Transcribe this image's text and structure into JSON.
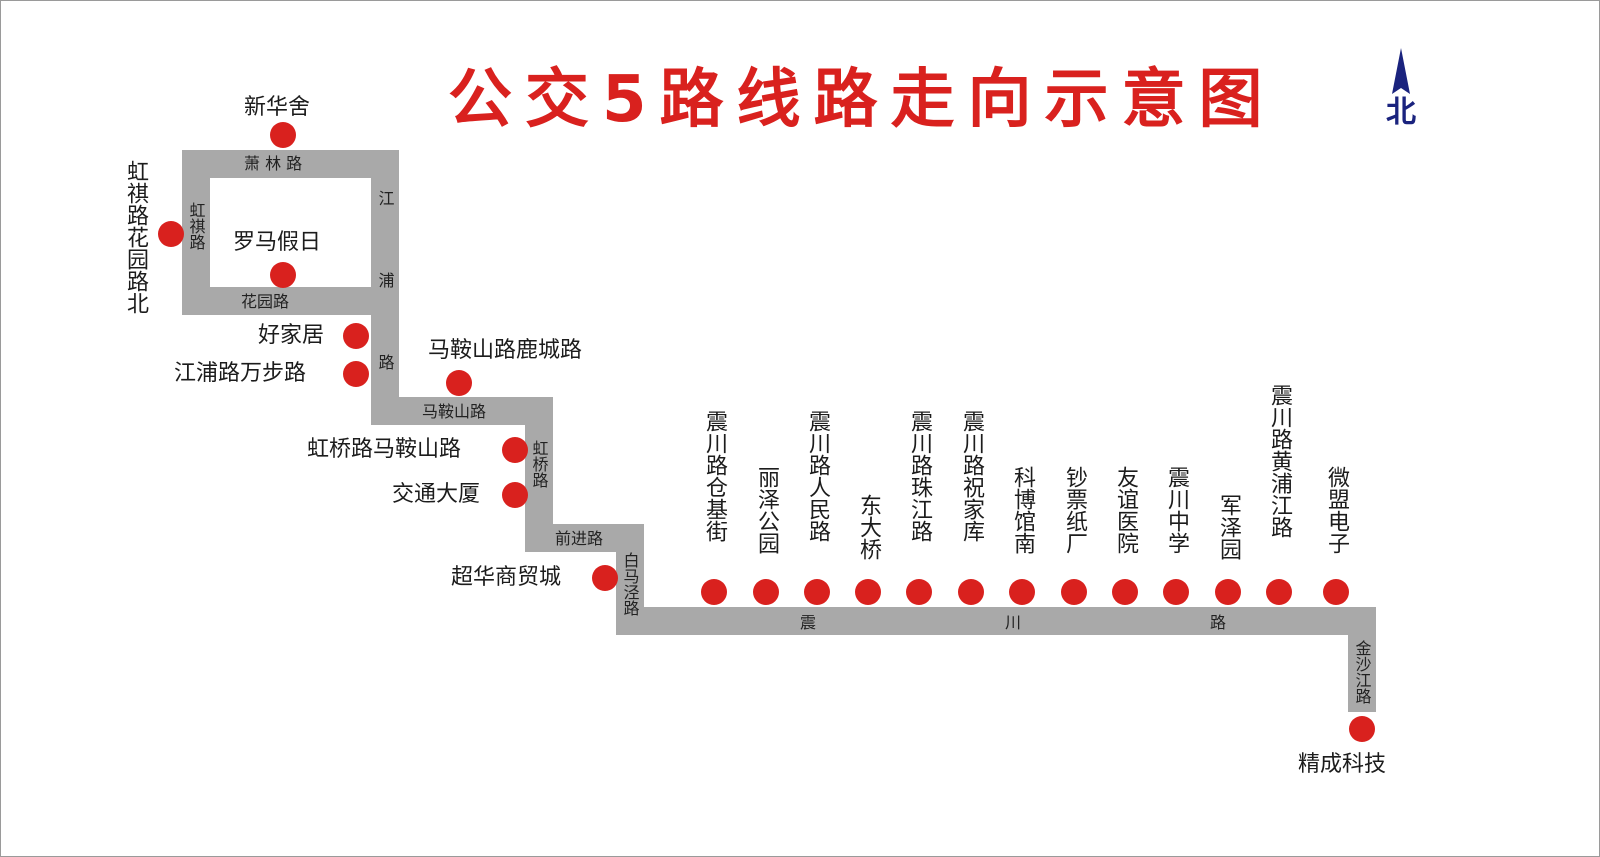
{
  "map": {
    "title": "公交5路线路走向示意图",
    "north_label": "北",
    "colors": {
      "route": "#a9a9a9",
      "stop": "#d9211e",
      "title": "#d9211e",
      "north": "#1a237e"
    },
    "stops": [
      {
        "name": "新华舍"
      },
      {
        "name": "虹祺路花园路北"
      },
      {
        "name": "罗马假日"
      },
      {
        "name": "好家居"
      },
      {
        "name": "江浦路万步路"
      },
      {
        "name": "马鞍山路鹿城路"
      },
      {
        "name": "虹桥路马鞍山路"
      },
      {
        "name": "交通大厦"
      },
      {
        "name": "超华商贸城"
      },
      {
        "name": "震川路仓基街"
      },
      {
        "name": "丽泽公园"
      },
      {
        "name": "震川路人民路"
      },
      {
        "name": "东大桥"
      },
      {
        "name": "震川路珠江路"
      },
      {
        "name": "震川路祝家库"
      },
      {
        "name": "科博馆南"
      },
      {
        "name": "钞票纸厂"
      },
      {
        "name": "友谊医院"
      },
      {
        "name": "震川中学"
      },
      {
        "name": "军泽园"
      },
      {
        "name": "震川路黄浦江路"
      },
      {
        "name": "微盟电子"
      },
      {
        "name": "精成科技"
      }
    ],
    "roads": {
      "xiaolin": "萧  林  路",
      "hongqi": "虹祺路",
      "huayuan": "花园路",
      "jiangpu_1": "江",
      "jiangpu_2": "浦",
      "jiangpu_3": "路",
      "maanshan": "马鞍山路",
      "hongqiao": "虹桥路",
      "qianjin": "前进路",
      "baimajing": "白马泾路",
      "zhenchuan_1": "震",
      "zhenchuan_2": "川",
      "zhenchuan_3": "路",
      "jinsha": "金沙江路"
    }
  }
}
